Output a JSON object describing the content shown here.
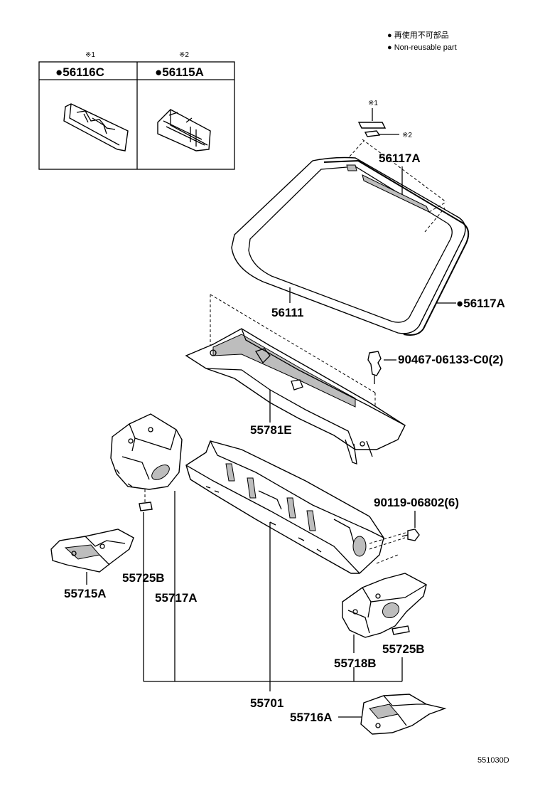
{
  "legend": {
    "bullet_ja": "● 再使用不可部品",
    "bullet_en": "● Non-reusable part"
  },
  "inset": {
    "note1": "※1",
    "note2": "※2",
    "box1_label": "●56116C",
    "box2_label": "●56115A"
  },
  "callouts": {
    "note1": "※1",
    "note2": "※2",
    "p56117A_top": "56117A",
    "p56111": "56111",
    "p56117A_right": "●56117A",
    "p90467": "90467-06133-C0(2)",
    "p55781E": "55781E",
    "p90119": "90119-06802(6)",
    "p55725B_left": "55725B",
    "p55715A": "55715A",
    "p55717A": "55717A",
    "p55718B": "55718B",
    "p55725B_right": "55725B",
    "p55701": "55701",
    "p55716A": "55716A"
  },
  "diagram_code": "551030D"
}
